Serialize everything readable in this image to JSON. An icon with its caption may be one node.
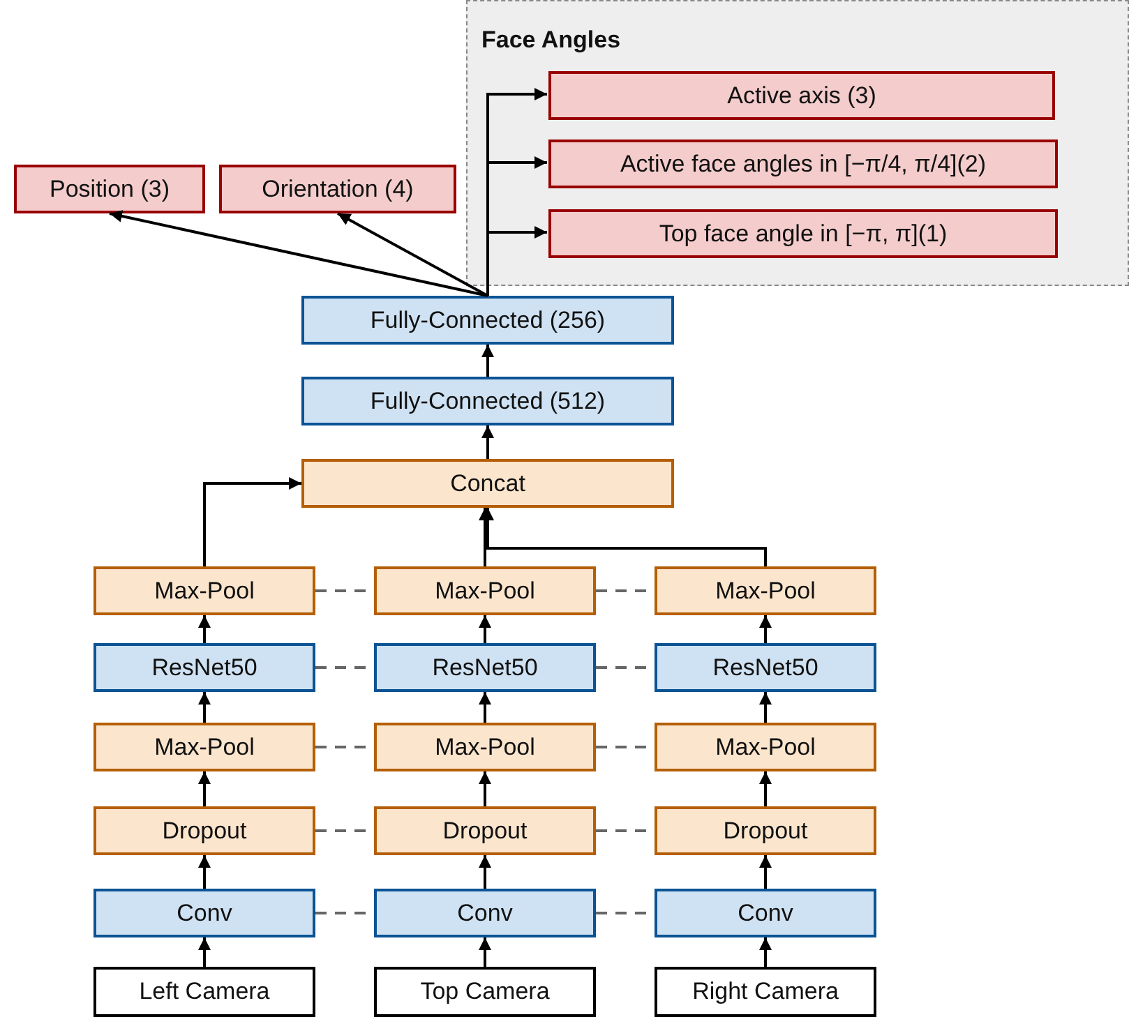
{
  "diagram": {
    "nodes": [
      {
        "text": [
          "Face Angles"
        ]
      },
      {
        "text": [
          "Active axis (3)"
        ],
        "in": 0
      },
      {
        "text": [
          "Active face angles in [−π/4, π/4](2)"
        ],
        "in": 0
      },
      {
        "text": [
          "Top face angle in [−π, π](1)"
        ],
        "in": 0
      },
      {
        "text": [
          "Position (3)"
        ]
      },
      {
        "text": [
          "Orientation (4)"
        ]
      },
      {
        "text": [
          "Fully-Connected (256)"
        ]
      },
      {
        "text": [
          "Fully-Connected (512)"
        ]
      },
      {
        "text": [
          "Concat"
        ]
      },
      {
        "text": [
          "Max-Pool"
        ]
      },
      {
        "text": [
          "Max-Pool"
        ]
      },
      {
        "text": [
          "Max-Pool"
        ]
      },
      {
        "text": [
          "ResNet50"
        ]
      },
      {
        "text": [
          "ResNet50"
        ]
      },
      {
        "text": [
          "ResNet50"
        ]
      },
      {
        "text": [
          "Max-Pool"
        ]
      },
      {
        "text": [
          "Max-Pool"
        ]
      },
      {
        "text": [
          "Max-Pool"
        ]
      },
      {
        "text": [
          "Dropout"
        ]
      },
      {
        "text": [
          "Dropout"
        ]
      },
      {
        "text": [
          "Dropout"
        ]
      },
      {
        "text": [
          "Conv"
        ]
      },
      {
        "text": [
          "Conv"
        ]
      },
      {
        "text": [
          "Conv"
        ]
      },
      {
        "text": [
          "Left Camera"
        ]
      },
      {
        "text": [
          "Top Camera"
        ]
      },
      {
        "text": [
          "Right Camera"
        ]
      }
    ],
    "edges": [
      {
        "from": 6,
        "to": 1,
        "arrow": "to"
      },
      {
        "from": 6,
        "to": 2,
        "arrow": "to"
      },
      {
        "from": 6,
        "to": 3,
        "arrow": "to"
      },
      {
        "from": 6,
        "to": 4,
        "arrow": "to"
      },
      {
        "from": 6,
        "to": 5,
        "arrow": "to"
      },
      {
        "from": 7,
        "to": 6,
        "arrow": "to"
      },
      {
        "from": 8,
        "to": 7,
        "arrow": "to"
      },
      {
        "from": 9,
        "to": 8,
        "arrow": "to"
      },
      {
        "from": 10,
        "to": 8,
        "arrow": "to"
      },
      {
        "from": 11,
        "to": 8,
        "arrow": "to"
      },
      {
        "from": 12,
        "to": 9,
        "arrow": "to"
      },
      {
        "from": 13,
        "to": 10,
        "arrow": "to"
      },
      {
        "from": 14,
        "to": 11,
        "arrow": "to"
      },
      {
        "from": 15,
        "to": 12,
        "arrow": "to"
      },
      {
        "from": 16,
        "to": 13,
        "arrow": "to"
      },
      {
        "from": 17,
        "to": 14,
        "arrow": "to"
      },
      {
        "from": 18,
        "to": 15,
        "arrow": "to"
      },
      {
        "from": 19,
        "to": 16,
        "arrow": "to"
      },
      {
        "from": 20,
        "to": 17,
        "arrow": "to"
      },
      {
        "from": 21,
        "to": 18,
        "arrow": "to"
      },
      {
        "from": 22,
        "to": 19,
        "arrow": "to"
      },
      {
        "from": 23,
        "to": 20,
        "arrow": "to"
      },
      {
        "from": 24,
        "to": 21,
        "arrow": "to"
      },
      {
        "from": 25,
        "to": 22,
        "arrow": "to"
      },
      {
        "from": 26,
        "to": 23,
        "arrow": "to"
      },
      {
        "from": 9,
        "to": 10,
        "arrow": "none",
        "style": "dashed",
        "color": "#666666"
      },
      {
        "from": 10,
        "to": 11,
        "arrow": "none",
        "style": "dashed",
        "color": "#666666"
      },
      {
        "from": 12,
        "to": 13,
        "arrow": "none",
        "style": "dashed",
        "color": "#666666"
      },
      {
        "from": 13,
        "to": 14,
        "arrow": "none",
        "style": "dashed",
        "color": "#666666"
      },
      {
        "from": 15,
        "to": 16,
        "arrow": "none",
        "style": "dashed",
        "color": "#666666"
      },
      {
        "from": 16,
        "to": 17,
        "arrow": "none",
        "style": "dashed",
        "color": "#666666"
      },
      {
        "from": 18,
        "to": 19,
        "arrow": "none",
        "style": "dashed",
        "color": "#666666"
      },
      {
        "from": 19,
        "to": 20,
        "arrow": "none",
        "style": "dashed",
        "color": "#666666"
      },
      {
        "from": 21,
        "to": 22,
        "arrow": "none",
        "style": "dashed",
        "color": "#666666"
      },
      {
        "from": 22,
        "to": 23,
        "arrow": "none",
        "style": "dashed",
        "color": "#666666"
      }
    ]
  }
}
